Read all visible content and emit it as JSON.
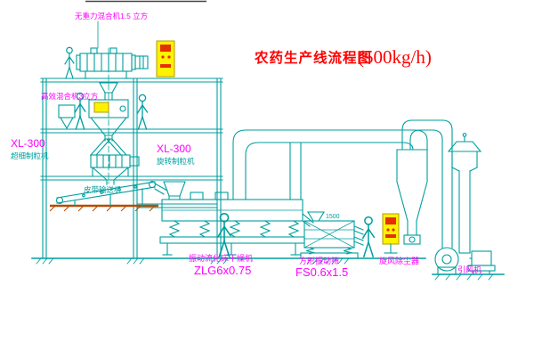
{
  "title": {
    "main": "农药生产线流程图",
    "capacity": "(500kg/h)"
  },
  "labels": {
    "top_mixer": "无重力混合机1.5 立方",
    "floor_mixer": "高效混合机3立方",
    "granulator_left_model": "XL-300",
    "granulator_left_name": "超细制粒机",
    "granulator_right_model": "XL-300",
    "granulator_right_name": "旋转制粒机",
    "belt_conveyor": "皮带输送机",
    "dryer_name": "振动流化床干燥机",
    "dryer_model": "ZLG6x0.75",
    "sieve_name": "方形振动筛",
    "sieve_model": "FS0.6x1.5",
    "cyclone": "旋风除尘器",
    "fan": "引风机",
    "sieve_dimension": "1500"
  },
  "colors": {
    "line": "#009E9E",
    "label": "#FF00FF",
    "title": "#FF0000",
    "panel": "#FFF200",
    "panel-accent": "#E53000",
    "floor": "#B84A00"
  }
}
